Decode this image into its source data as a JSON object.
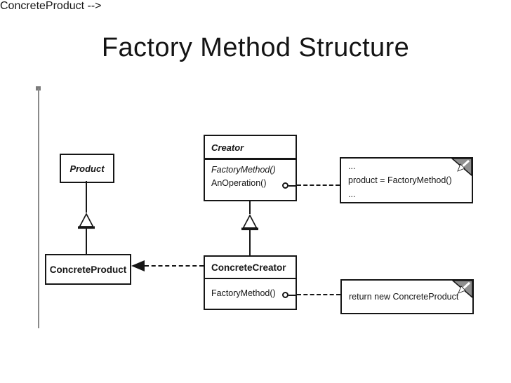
{
  "slide": {
    "title": "Factory Method Structure"
  },
  "diagram": {
    "product": {
      "name": "Product"
    },
    "creator": {
      "name": "Creator",
      "methods": [
        "FactoryMethod()",
        "AnOperation()"
      ]
    },
    "concrete_product": {
      "name": "ConcreteProduct"
    },
    "concrete_creator": {
      "name": "ConcreteCreator",
      "methods": [
        "FactoryMethod()"
      ]
    },
    "creator_note": {
      "lines": [
        "...",
        "product = FactoryMethod()",
        "..."
      ]
    },
    "concrete_creator_note": {
      "lines": [
        "return new ConcreteProduct"
      ]
    },
    "colors": {
      "ink": "#161616",
      "note_fold_fill": "#8f8f8f",
      "guide_line": "#8a8a8a"
    }
  }
}
